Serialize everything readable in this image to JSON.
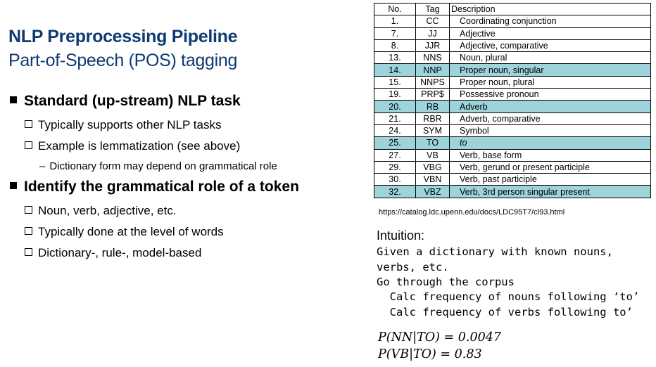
{
  "title": "NLP Preprocessing Pipeline",
  "subtitle": "Part-of-Speech (POS) tagging",
  "bullets": {
    "b1": "Standard (up-stream) NLP task",
    "b1_1": "Typically supports other NLP tasks",
    "b1_2": "Example is lemmatization (see above)",
    "b1_2_1": "Dictionary form may depend on grammatical role",
    "b2": "Identify the grammatical role of a token",
    "b2_1": "Noun, verb, adjective, etc.",
    "b2_2": "Typically done at the level of words",
    "b2_3": "Dictionary-, rule-, model-based"
  },
  "table": {
    "headers": [
      "No.",
      "Tag",
      "Description"
    ],
    "highlight_color": "#9dd3d9",
    "rows": [
      {
        "no": "1.",
        "tag": "CC",
        "desc": "Coordinating conjunction",
        "highlight": false
      },
      {
        "no": "7.",
        "tag": "JJ",
        "desc": "Adjective",
        "highlight": false
      },
      {
        "no": "8.",
        "tag": "JJR",
        "desc": "Adjective, comparative",
        "highlight": false
      },
      {
        "no": "13.",
        "tag": "NNS",
        "desc": "Noun, plural",
        "highlight": false
      },
      {
        "no": "14.",
        "tag": "NNP",
        "desc": "Proper noun, singular",
        "highlight": true
      },
      {
        "no": "15.",
        "tag": "NNPS",
        "desc": "Proper noun, plural",
        "highlight": false
      },
      {
        "no": "19.",
        "tag": "PRP$",
        "desc": "Possessive pronoun",
        "highlight": false
      },
      {
        "no": "20.",
        "tag": "RB",
        "desc": "Adverb",
        "highlight": true
      },
      {
        "no": "21.",
        "tag": "RBR",
        "desc": "Adverb, comparative",
        "highlight": false
      },
      {
        "no": "24.",
        "tag": "SYM",
        "desc": "Symbol",
        "highlight": false
      },
      {
        "no": "25.",
        "tag": "TO",
        "desc": "to",
        "highlight": true
      },
      {
        "no": "27.",
        "tag": "VB",
        "desc": "Verb, base form",
        "highlight": false
      },
      {
        "no": "29.",
        "tag": "VBG",
        "desc": "Verb, gerund or present participle",
        "highlight": false
      },
      {
        "no": "30.",
        "tag": "VBN",
        "desc": "Verb, past participle",
        "highlight": false
      },
      {
        "no": "32.",
        "tag": "VBZ",
        "desc": "Verb, 3rd person singular present",
        "highlight": true
      }
    ]
  },
  "source_url": "https://catalog.ldc.upenn.edu/docs/LDC95T7/cl93.html",
  "intuition_label": "Intuition:",
  "code_lines": [
    "Given a dictionary with known nouns,",
    "verbs, etc.",
    "Go through the corpus",
    "  Calc frequency of nouns following ‘to’",
    "  Calc frequency of verbs following to’"
  ],
  "formulas": [
    "P(NN|TO) = 0.0047",
    "P(VB|TO) = 0.83"
  ]
}
